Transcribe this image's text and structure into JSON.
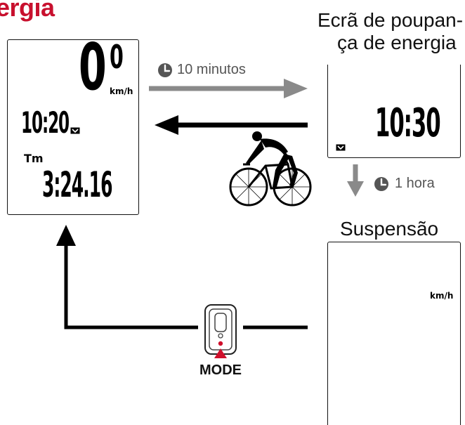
{
  "title": "ergia",
  "main_display": {
    "speed": "0",
    "speed_small": "0",
    "speed_unit": "km/h",
    "clock": "10:20",
    "trip_label": "Tm",
    "trip_time": "3:24.16"
  },
  "power_saving": {
    "heading_line1": "Ecrã de poupan-",
    "heading_line2": "ça de energia",
    "clock": "10:30",
    "timer_label": "10 minutos"
  },
  "sleep": {
    "heading": "Suspensão",
    "timer_label": "1 hora",
    "unit": "km/h"
  },
  "device": {
    "button_label": "MODE"
  },
  "colors": {
    "title": "#c8102e",
    "gray_arrow": "#8a8a8a",
    "black": "#000000",
    "mode_red": "#d0102c"
  },
  "icons": [
    "clock-icon",
    "heart-battery-icon",
    "cyclist-icon",
    "sensor-device-icon"
  ]
}
